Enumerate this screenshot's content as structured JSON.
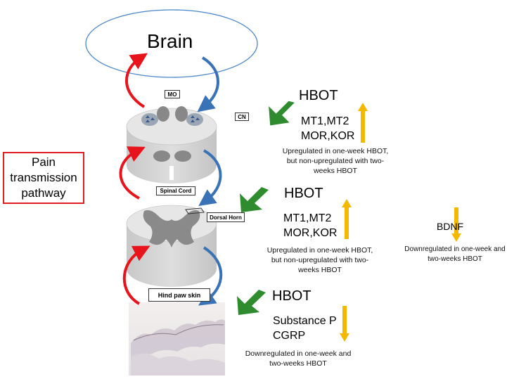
{
  "brain": {
    "label": "Brain"
  },
  "pain_box": {
    "line1": "Pain",
    "line2": "transmission",
    "line3": "pathway"
  },
  "anatomy": {
    "mo": "MO",
    "cn": "CN",
    "spinal_cord": "Spinal Cord",
    "dorsal_horn": "Dorsal Horn",
    "hind_paw_skin": "Hind paw skin"
  },
  "sections": [
    {
      "hbot": "HBOT",
      "markers_line1": "MT1,MT2",
      "markers_line2": "MOR,KOR",
      "direction": "up",
      "note_line1": "Upregulated in one-week HBOT,",
      "note_line2": "but non-upregulated with two-",
      "note_line3": "weeks HBOT"
    },
    {
      "hbot": "HBOT",
      "markers_line1": "MT1,MT2",
      "markers_line2": "MOR,KOR",
      "direction": "up",
      "note_line1": "Upregulated in one-week HBOT,",
      "note_line2": "but non-upregulated with two-",
      "note_line3": "weeks HBOT"
    },
    {
      "hbot": "HBOT",
      "markers_line1": "Substance P",
      "markers_line2": "CGRP",
      "direction": "down",
      "note_line1": "Downregulated in one-week and",
      "note_line2": "two-weeks HBOT"
    }
  ],
  "bdnf": {
    "label": "BDNF",
    "direction": "down",
    "note_line1": "Downregulated in one-week and",
    "note_line2": "two-weeks HBOT"
  },
  "colors": {
    "ascending_arrow": "#e8141c",
    "descending_arrow": "#3a72b8",
    "hbot_arrow": "#2e8b2e",
    "regulation_arrow": "#f5b800",
    "pain_box_border": "#e02020",
    "brain_ellipse": "#4a86c8"
  }
}
